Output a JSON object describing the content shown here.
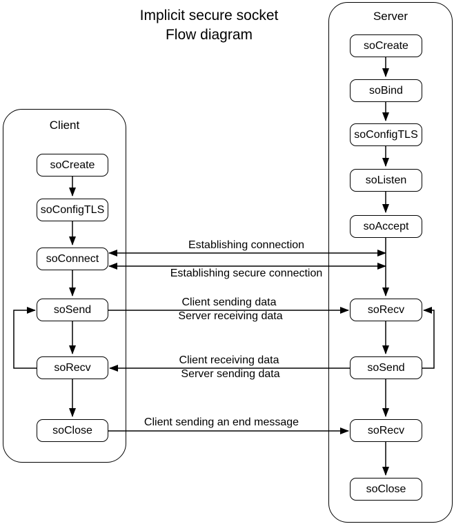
{
  "title": {
    "line1": "Implicit secure socket",
    "line2": "Flow diagram"
  },
  "client": {
    "title": "Client",
    "nodes": [
      "soCreate",
      "soConfigTLS",
      "soConnect",
      "soSend",
      "soRecv",
      "soClose"
    ]
  },
  "server": {
    "title": "Server",
    "nodes": [
      "soCreate",
      "soBind",
      "soConfigTLS",
      "soListen",
      "soAccept",
      "soRecv",
      "soSend",
      "soRecv",
      "soClose"
    ]
  },
  "edges": {
    "establishing": {
      "label": "Establishing connection",
      "type": "bidirectional",
      "between": "client soConnect and server soAccept"
    },
    "establishing_secure": {
      "label": "Establishing secure connection",
      "type": "bidirectional",
      "between": "client soConnect and server soAccept"
    },
    "send_data": {
      "label_top": "Client sending data",
      "label_bottom": "Server receiving data",
      "from": "client soSend",
      "to": "server soRecv"
    },
    "recv_data": {
      "label_top": "Client receiving data",
      "label_bottom": "Server sending data",
      "from": "server soSend",
      "to": "client soRecv"
    },
    "end_message": {
      "label": "Client sending an end message",
      "from": "client soClose",
      "to": "server soRecv"
    },
    "client_loop": {
      "from": "client soRecv",
      "to": "client soSend"
    },
    "server_loop": {
      "from": "server soSend",
      "to": "server soRecv"
    }
  },
  "colors": {
    "line": "#000000",
    "text": "#000000",
    "background": "#ffffff",
    "node_fill": "#ffffff"
  }
}
